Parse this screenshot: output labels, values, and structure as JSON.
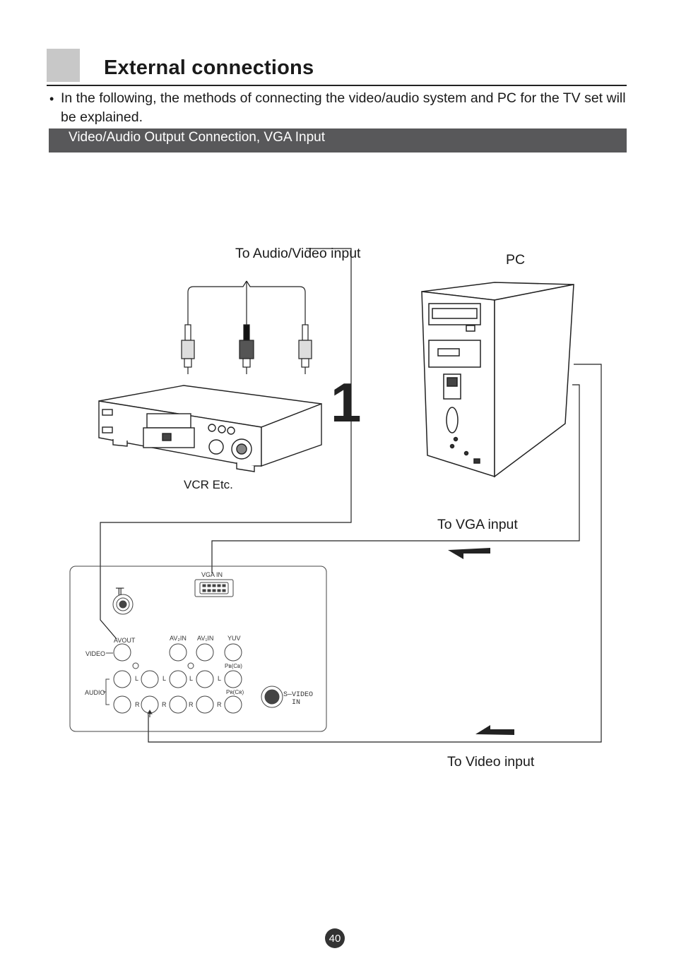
{
  "header": {
    "title": "External connections"
  },
  "intro": {
    "bullet": "•",
    "text": "In the following, the methods of connecting the video/audio system and PC for the TV set will be explained."
  },
  "section_bar": {
    "label": "Video/Audio Output Connection, VGA Input"
  },
  "diagram": {
    "label_av_input": "To Audio/Video input",
    "label_pc": "PC",
    "label_vcr": "VCR Etc.",
    "label_vga_input": "To VGA input",
    "label_video_input": "To Video input",
    "step_number": "1",
    "panel": {
      "vga_in": "VGA IN",
      "avout": "AVOUT",
      "av2in": "AV₂IN",
      "av1in": "AV₁IN",
      "yuv": "YUV",
      "video": "VIDEO",
      "audio": "AUDIO",
      "l": "L",
      "r": "R",
      "pb": "Pʙ(Cʙ)",
      "pr": "Pʀ(Cʀ)",
      "svideo": "S—VIDEO",
      "svideo_in": "IN",
      "antenna": "╥"
    }
  },
  "footer": {
    "page_number": "40"
  }
}
